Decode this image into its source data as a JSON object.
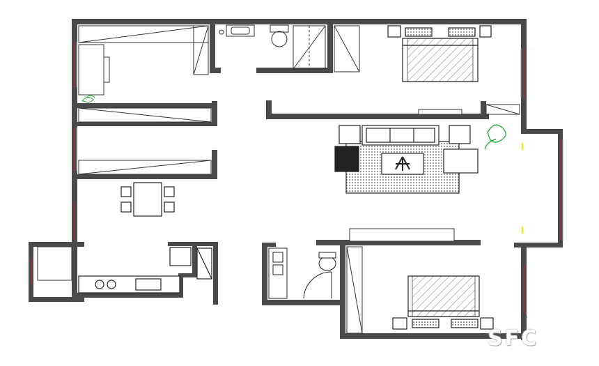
{
  "watermark": {
    "text": "SFC"
  },
  "colors": {
    "wall": "#4a4a4a",
    "window": "#cc2233",
    "accent_green": "#22aa33",
    "accent_yellow": "#eeee00",
    "furniture": "#222222"
  },
  "icons": [
    "floorplan",
    "bed",
    "sofa",
    "dining-table",
    "toilet",
    "sink",
    "shower",
    "stove",
    "plant"
  ]
}
